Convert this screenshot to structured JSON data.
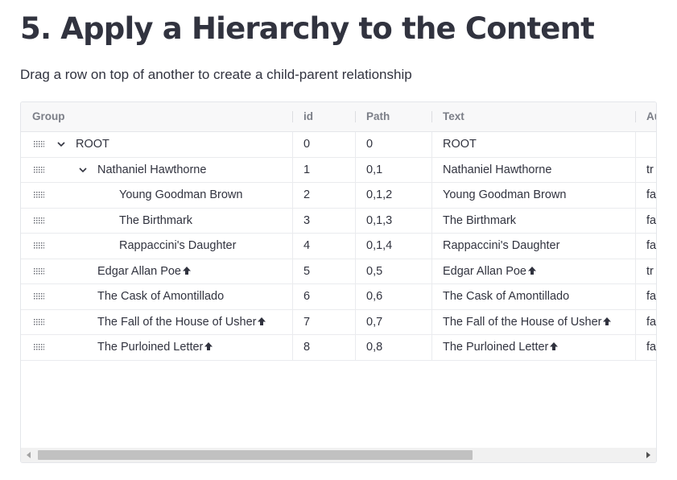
{
  "page": {
    "title": "5. Apply a Hierarchy to the Content",
    "subtitle": "Drag a row on top of another to create a child-parent relationship"
  },
  "grid": {
    "columns": [
      "Group",
      "id",
      "Path",
      "Text",
      "Au"
    ],
    "rows": [
      {
        "group": "ROOT",
        "level": 0,
        "expanded": true,
        "moved": false,
        "id": "0",
        "path": "0",
        "text": "ROOT",
        "au": ""
      },
      {
        "group": "Nathaniel Hawthorne",
        "level": 1,
        "expanded": true,
        "moved": false,
        "id": "1",
        "path": "0,1",
        "text": "Nathaniel Hawthorne",
        "au": "tr"
      },
      {
        "group": "Young Goodman Brown",
        "level": 2,
        "expanded": false,
        "moved": false,
        "id": "2",
        "path": "0,1,2",
        "text": "Young Goodman Brown",
        "au": "fa"
      },
      {
        "group": "The Birthmark",
        "level": 2,
        "expanded": false,
        "moved": false,
        "id": "3",
        "path": "0,1,3",
        "text": "The Birthmark",
        "au": "fa"
      },
      {
        "group": "Rappaccini's Daughter",
        "level": 2,
        "expanded": false,
        "moved": false,
        "id": "4",
        "path": "0,1,4",
        "text": "Rappaccini's Daughter",
        "au": "fa"
      },
      {
        "group": "Edgar Allan Poe",
        "level": 1,
        "expanded": false,
        "moved": true,
        "id": "5",
        "path": "0,5",
        "text": "Edgar Allan Poe",
        "au": "tr"
      },
      {
        "group": "The Cask of Amontillado",
        "level": 1,
        "expanded": false,
        "moved": false,
        "id": "6",
        "path": "0,6",
        "text": "The Cask of Amontillado",
        "au": "fa"
      },
      {
        "group": "The Fall of the House of Usher",
        "level": 1,
        "expanded": false,
        "moved": true,
        "id": "7",
        "path": "0,7",
        "text": "The Fall of the House of Usher",
        "au": "fa"
      },
      {
        "group": "The Purloined Letter",
        "level": 1,
        "expanded": false,
        "moved": true,
        "id": "8",
        "path": "0,8",
        "text": "The Purloined Letter",
        "au": "fa"
      }
    ]
  },
  "icons": {
    "drag": "drag-handle-icon",
    "expand": "chevron-down-icon",
    "moved": "arrow-up-icon",
    "scroll_left": "caret-left-icon",
    "scroll_right": "caret-right-icon"
  },
  "colors": {
    "text": "#31333f",
    "header_text": "#7b7e87",
    "header_bg": "#f8f8f9",
    "border": "#e4e6ea"
  }
}
